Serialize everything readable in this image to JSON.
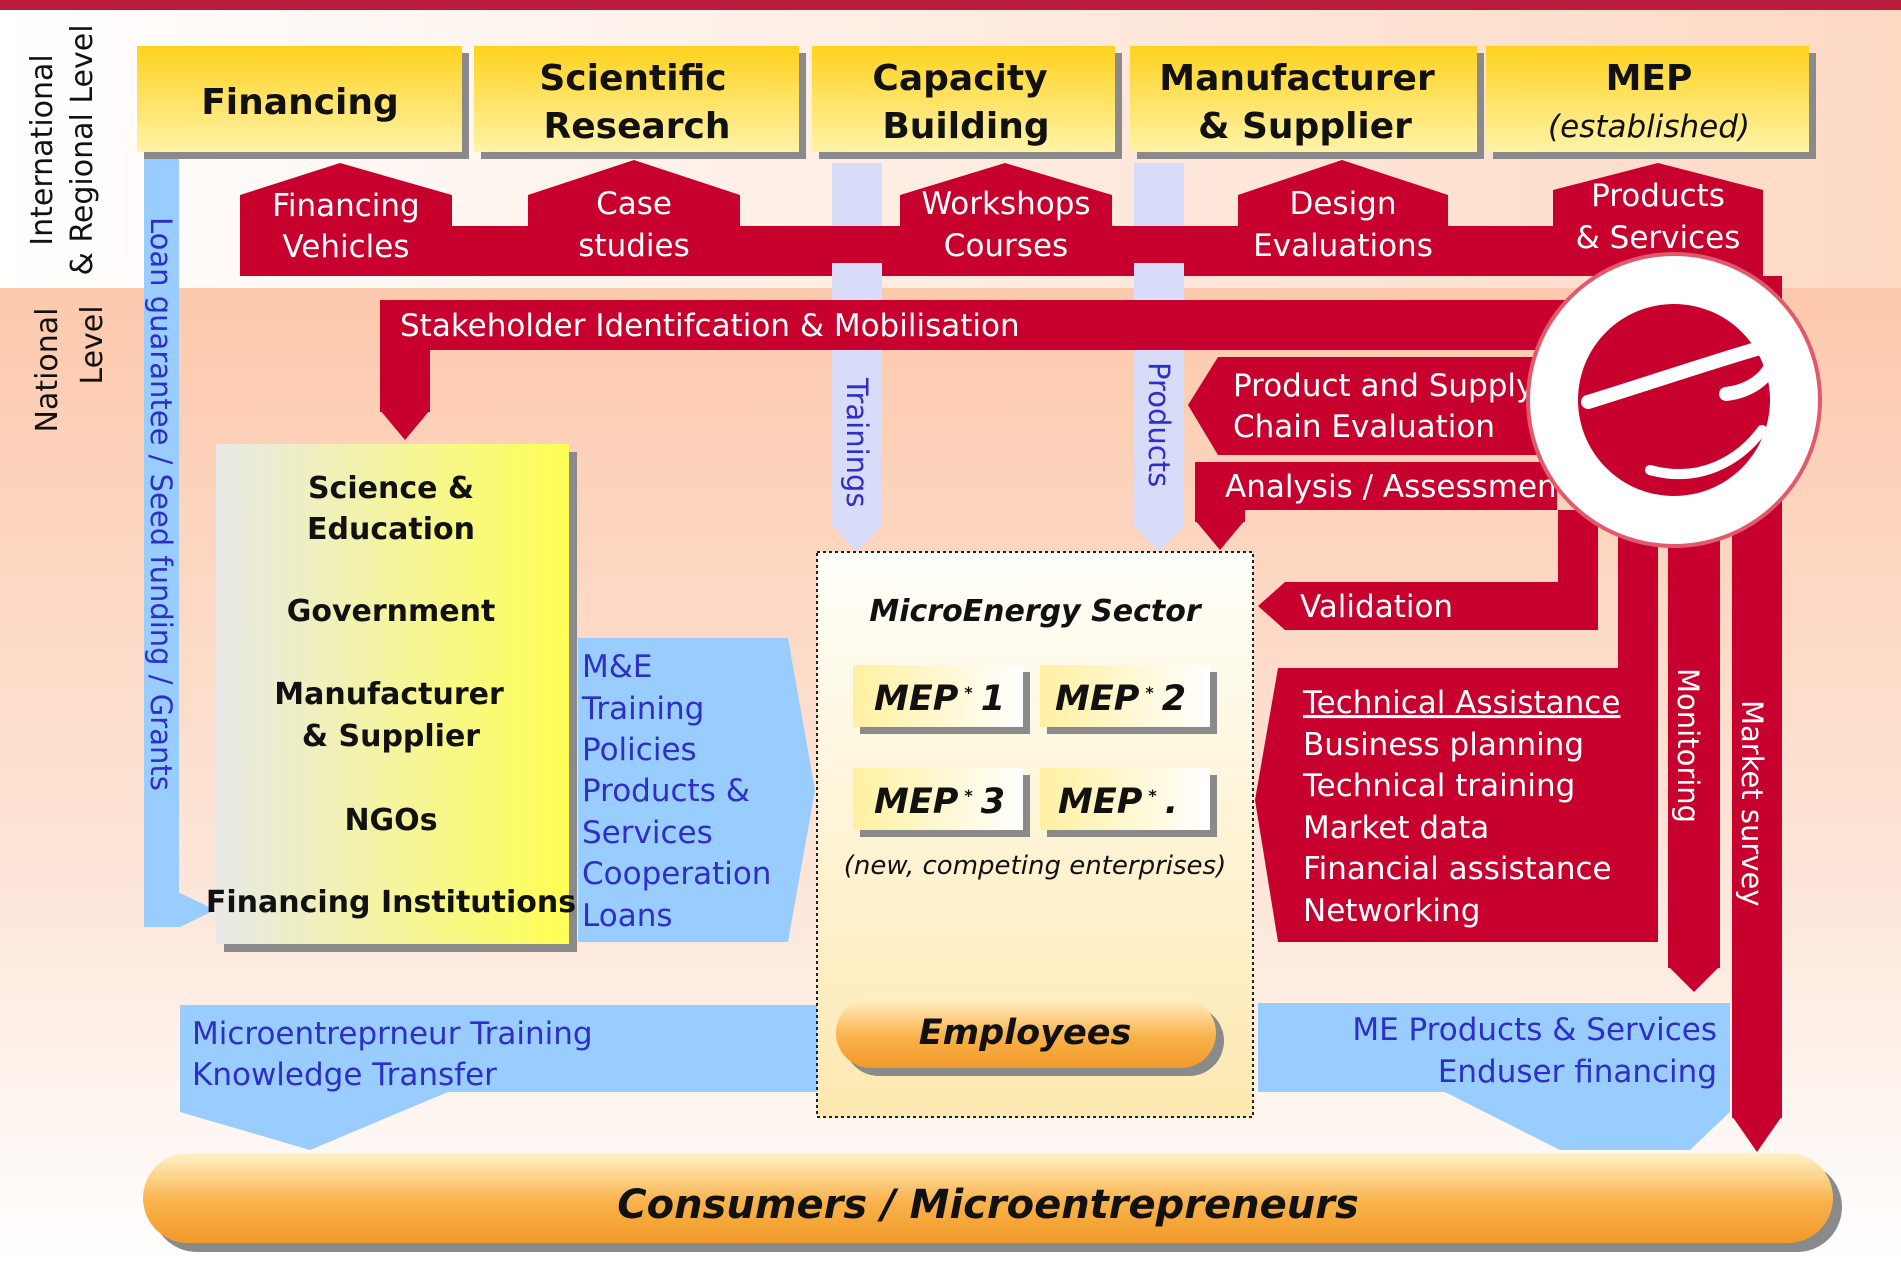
{
  "levels": {
    "international": [
      "International",
      "& Regional Level"
    ],
    "national": [
      "National",
      "Level"
    ]
  },
  "headers": [
    {
      "lines": [
        "Financing"
      ]
    },
    {
      "lines": [
        "Scientific",
        "Research"
      ]
    },
    {
      "lines": [
        "Capacity",
        "Building"
      ]
    },
    {
      "lines": [
        "Manufacturer",
        "& Supplier"
      ]
    },
    {
      "lines": [
        "MEP"
      ],
      "sub": "(established)"
    }
  ],
  "red_tabs": [
    {
      "lines": [
        "Financing",
        "Vehicles"
      ]
    },
    {
      "lines": [
        "Case",
        "studies"
      ]
    },
    {
      "lines": [
        "Workshops",
        "Courses"
      ]
    },
    {
      "lines": [
        "Design",
        "Evaluations"
      ]
    },
    {
      "lines": [
        "Products",
        "& Services"
      ]
    }
  ],
  "stakeholder_label": "Stakeholder Identifcation & Mobilisation",
  "loan_label": "Loan guarantee / Seed funding / Grants",
  "trainings_label": "Trainings",
  "products_label": "Products",
  "stakeholders": [
    {
      "lines": [
        "Science &",
        "Education"
      ]
    },
    {
      "lines": [
        "Government"
      ]
    },
    {
      "lines": [
        "Manufacturer",
        "& Supplier"
      ]
    },
    {
      "lines": [
        "NGOs"
      ]
    },
    {
      "lines": [
        "Financing  Institutions"
      ]
    }
  ],
  "support_items": [
    "M&E",
    "Training",
    "Policies",
    "Products &",
    "Services",
    "Cooperation",
    "Loans"
  ],
  "sector": {
    "title": "MicroEnergy Sector",
    "meps": [
      {
        "text": "MEP",
        "sup": "*",
        "num": "1"
      },
      {
        "text": "MEP",
        "sup": "*",
        "num": "2"
      },
      {
        "text": "MEP",
        "sup": "*",
        "num": "3"
      },
      {
        "text": "MEP",
        "sup": "*",
        "num": "."
      }
    ],
    "note": "(new, competing enterprises)",
    "employees": "Employees"
  },
  "evaluation": [
    "Product and Supply",
    "Chain Evaluation"
  ],
  "analysis": "Analysis / Assessment",
  "validation": "Validation",
  "technical": {
    "title": "Technical Assistance",
    "items": [
      "Business planning",
      "Technical training",
      "Market data",
      "Financial assistance",
      "Networking"
    ]
  },
  "monitoring": "Monitoring",
  "market_survey": "Market survey",
  "training_transfer": [
    "Microentreprneur Training",
    "Knowledge Transfer"
  ],
  "me_products": [
    "ME Products & Services",
    "Enduser financing"
  ],
  "consumers": "Consumers / Microentrepreneurs",
  "logo_icon": "stylized-e-logo-icon",
  "colors": {
    "red": "#c8002d",
    "blue": "#99ccff",
    "yellow": "#ffd21e",
    "orange": "#f7a33a"
  }
}
